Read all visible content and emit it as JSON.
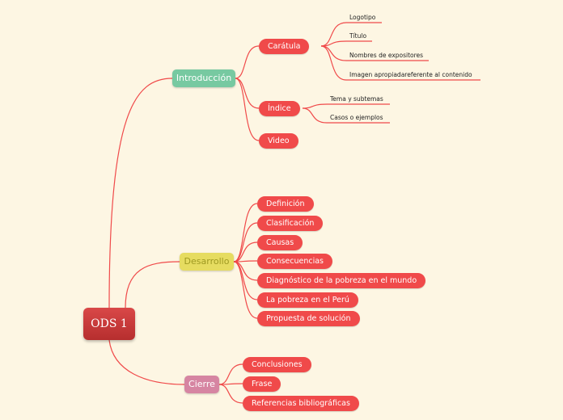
{
  "root": {
    "label": "ODS 1"
  },
  "branches": {
    "intro": {
      "label": "Introducción",
      "caratula": {
        "label": "Carátula",
        "items": [
          "Logotipo",
          "Título",
          "Nombres de expositores",
          "Imagen apropiadareferente al contenido"
        ]
      },
      "indice": {
        "label": "Índice",
        "items": [
          "Tema y subtemas",
          "Casos o ejemplos"
        ]
      },
      "video": {
        "label": "Video"
      }
    },
    "desarrollo": {
      "label": "Desarrollo",
      "items": [
        "Definición",
        "Clasificación",
        "Causas",
        "Consecuencias",
        "Diagnóstico de la pobreza en el mundo",
        "La pobreza en el Perú",
        "Propuesta de solución"
      ]
    },
    "cierre": {
      "label": "Cierre",
      "items": [
        "Conclusiones",
        "Frase",
        "Referencias bibliográficas"
      ]
    }
  },
  "colors": {
    "connector": "#f04a4a",
    "root": "#c63a3a",
    "introduccion": "#77c9a1",
    "desarrollo": "#e6dc60",
    "cierre": "#d685a2",
    "topic": "#f04a4a"
  }
}
